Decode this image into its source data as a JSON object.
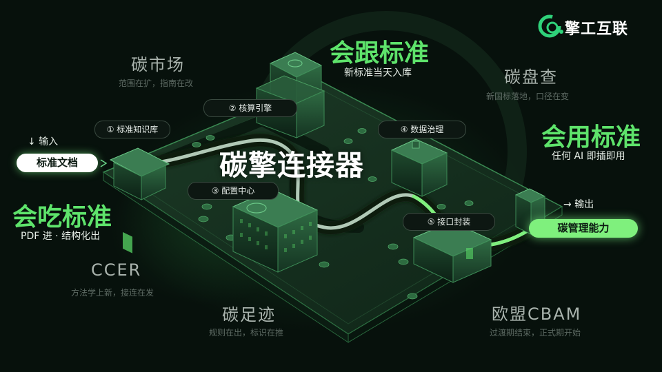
{
  "logo": {
    "name": "擎工互联",
    "mark_color": "#2fd27a"
  },
  "center_title": "碳擎连接器",
  "left_block": {
    "title": "会吃标准",
    "subtitle": "PDF 进 · 结构化出",
    "input_label": "↓ 输入",
    "input_pill": "标准文档"
  },
  "top_block": {
    "title": "会跟标准",
    "subtitle": "新标准当天入库"
  },
  "right_block": {
    "title": "会用标准",
    "subtitle": "任何 AI 即插即用",
    "output_label": "→ 输出",
    "output_pill": "碳管理能力"
  },
  "steps": [
    {
      "label": "① 标准知识库"
    },
    {
      "label": "② 核算引擎"
    },
    {
      "label": "③ 配置中心"
    },
    {
      "label": "④ 数据治理"
    },
    {
      "label": "⑤ 接口封装"
    }
  ],
  "markets": [
    {
      "title": "碳市场",
      "subtitle": "范围在扩，指南在改"
    },
    {
      "title": "碳盘查",
      "subtitle": "新国标落地，口径在变"
    },
    {
      "title": "CCER",
      "subtitle": "方法学上新，接连在发"
    },
    {
      "title": "碳足迹",
      "subtitle": "规则在出，标识在推"
    },
    {
      "title": "欧盟CBAM",
      "subtitle": "过渡期结束，正式期开始"
    }
  ],
  "colors": {
    "accent_green": "#5ee36b",
    "output_pill": "#7ff07d",
    "background": "#07110c"
  }
}
